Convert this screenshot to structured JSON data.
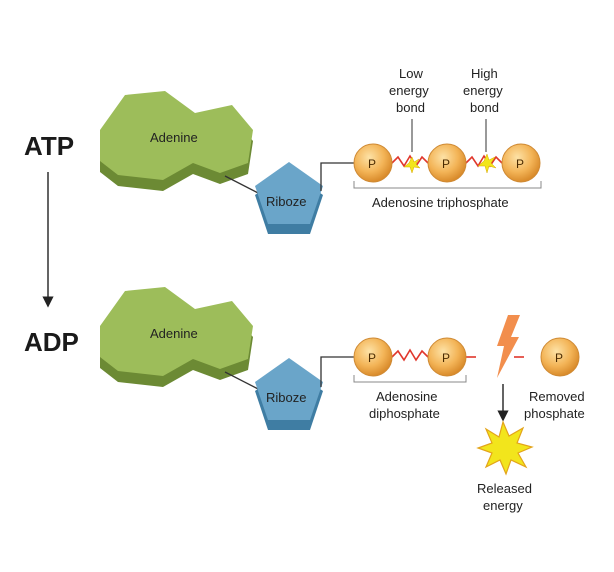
{
  "labels": {
    "atp": "ATP",
    "adp": "ADP",
    "adenine": "Adenine",
    "riboze": "Riboze",
    "phosphate": "P",
    "low_bond": [
      "Low",
      "energy",
      "bond"
    ],
    "high_bond": [
      "High",
      "energy",
      "bond"
    ],
    "adenosine_triphosphate": "Adenosine triphosphate",
    "adenosine_diphosphate": [
      "Adenosine",
      "diphosphate"
    ],
    "removed_phosphate": [
      "Removed",
      "phosphate"
    ],
    "released_energy": [
      "Released",
      "energy"
    ]
  },
  "colors": {
    "adenine_fill": "#9dbd5a",
    "adenine_shadow": "#6c8a34",
    "riboze_fill": "#6aa5c9",
    "riboze_shadow": "#3f7da3",
    "phosphate_fill": "#f3b457",
    "phosphate_shadow": "#d2852a",
    "bond_line": "#e0372c",
    "spark": "#f2e51c",
    "text": "#222222"
  }
}
